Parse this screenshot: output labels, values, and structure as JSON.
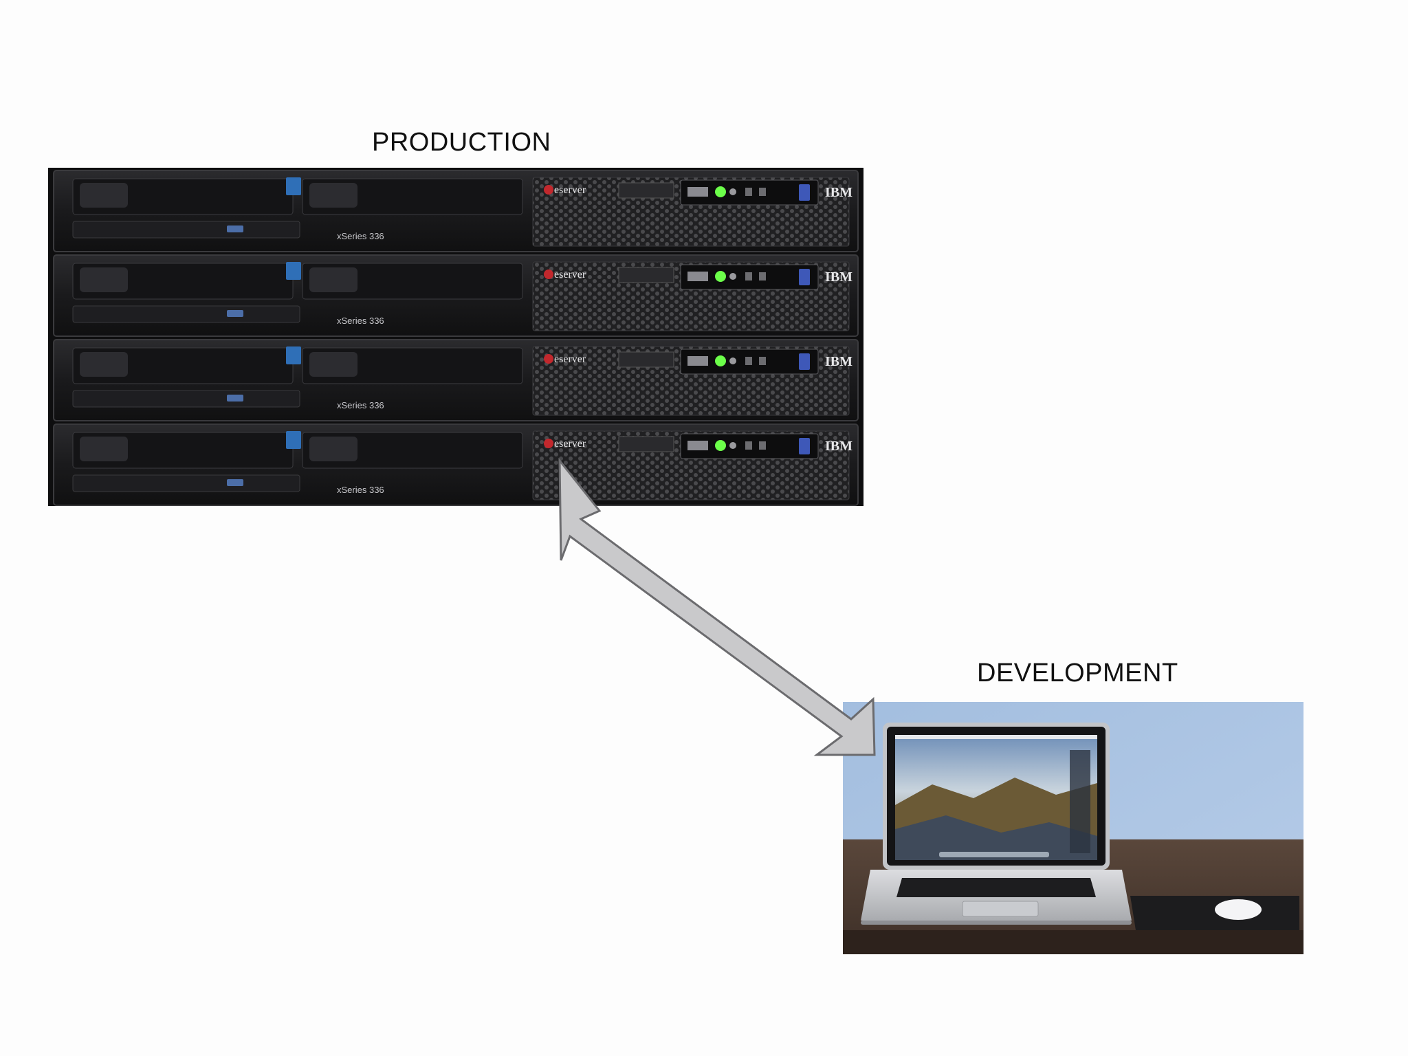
{
  "production": {
    "label": "PRODUCTION",
    "servers": [
      {
        "brand": "IBM",
        "badge": "eserver",
        "model": "xSeries 336"
      },
      {
        "brand": "IBM",
        "badge": "eserver",
        "model": "xSeries 336"
      },
      {
        "brand": "IBM",
        "badge": "eserver",
        "model": "xSeries 336"
      },
      {
        "brand": "IBM",
        "badge": "eserver",
        "model": "xSeries 336"
      }
    ]
  },
  "development": {
    "label": "DEVELOPMENT"
  },
  "colors": {
    "background": "#fdfdfd",
    "text": "#111111",
    "arrow_fill": "#c9c9cb",
    "arrow_stroke": "#6b6b6e",
    "server_body": "#1b1b1d",
    "server_led": "#6cff4a",
    "wall": "#a9c3e3",
    "desk": "#4a3a30"
  },
  "connector": {
    "type": "double-headed-arrow",
    "icon": "double-arrow-icon"
  }
}
